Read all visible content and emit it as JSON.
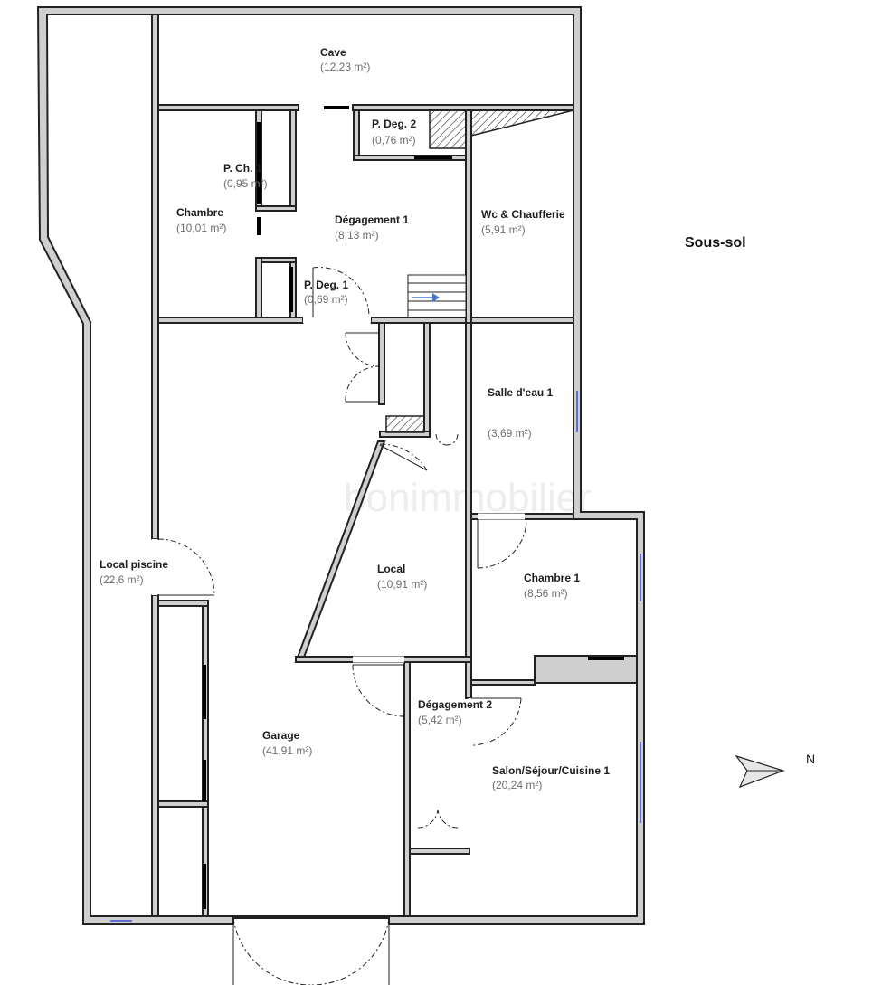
{
  "plan": {
    "level_label": "Sous-sol",
    "north_label": "N",
    "watermark": "bonimmobilier",
    "rooms": [
      {
        "name": "Cave",
        "area": "(12,23 m²)"
      },
      {
        "name": "P. Deg. 2",
        "area": "(0,76 m²)"
      },
      {
        "name": "P. Ch. 1",
        "area": "(0,95 m²)"
      },
      {
        "name": "Chambre",
        "area": "(10,01 m²)"
      },
      {
        "name": "Dégagement 1",
        "area": "(8,13 m²)"
      },
      {
        "name": "Wc & Chaufferie",
        "area": "(5,91 m²)"
      },
      {
        "name": "P. Deg. 1",
        "area": "(0,69 m²)"
      },
      {
        "name": "Salle d'eau 1",
        "area": "(3,69 m²)"
      },
      {
        "name": "Local piscine",
        "area": "(22,6 m²)"
      },
      {
        "name": "Local",
        "area": "(10,91 m²)"
      },
      {
        "name": "Chambre 1",
        "area": "(8,56 m²)"
      },
      {
        "name": "Dégagement 2",
        "area": "(5,42 m²)"
      },
      {
        "name": "Garage",
        "area": "(41,91 m²)"
      },
      {
        "name": "Salon/Séjour/Cuisine 1",
        "area": "(20,24 m²)"
      }
    ]
  }
}
